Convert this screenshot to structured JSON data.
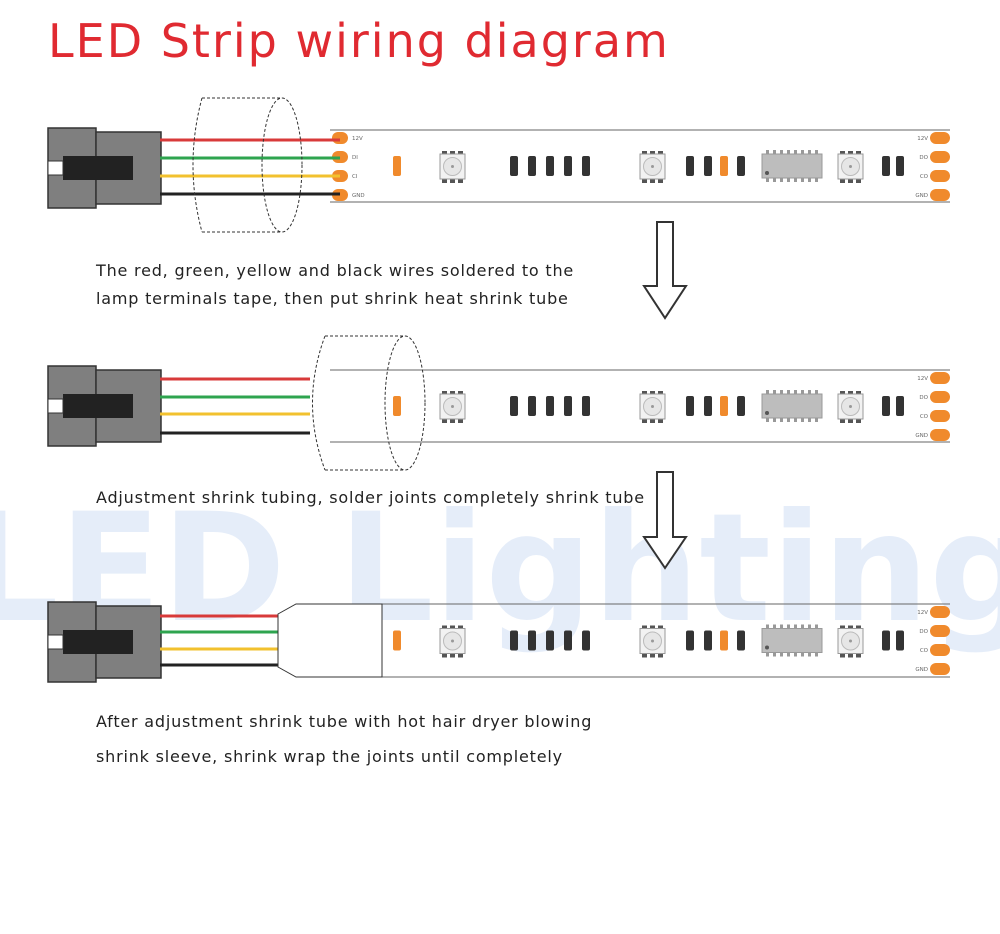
{
  "title": "LED Strip wiring diagram",
  "colors": {
    "title": "#e02a31",
    "wire_red": "#d83a3a",
    "wire_green": "#2ea44f",
    "wire_yellow": "#f2c12e",
    "wire_black": "#222222",
    "pad": "#f08a2c",
    "connector": "#7f7f7f",
    "watermark": "#2f6fd0"
  },
  "pad_labels_input": [
    "12V",
    "DI",
    "CI",
    "GND"
  ],
  "pad_labels_output": [
    "12V",
    "DO",
    "CO",
    "GND"
  ],
  "watermark_text": "LED Lighting",
  "steps": [
    {
      "caption_lines": [
        "The red,  green,  yellow and black wires soldered to the",
        "lamp terminals tape,  then put shrink heat shrink tube"
      ]
    },
    {
      "caption_lines": [
        "Adjustment shrink tubing,  solder joints completely shrink tube"
      ]
    },
    {
      "caption_lines": [
        "After adjustment shrink tube with hot hair dryer blowing",
        "shrink sleeve,  shrink wrap the joints until completely"
      ]
    }
  ]
}
